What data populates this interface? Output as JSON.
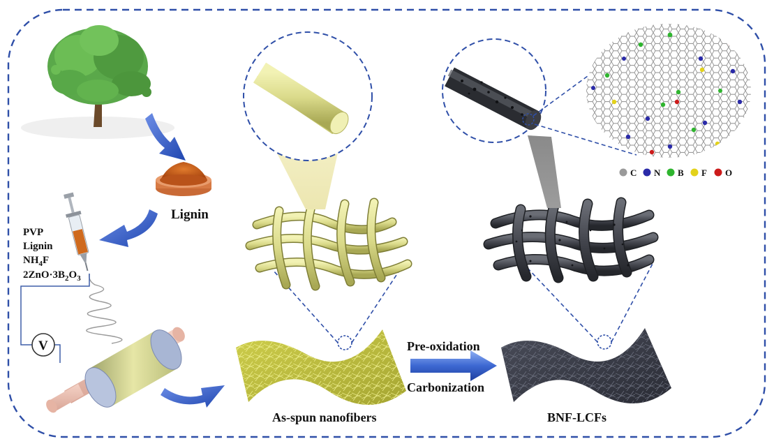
{
  "labels": {
    "lignin": "Lignin",
    "as_spun": "As-spun nanofibers",
    "bnf_lcfs": "BNF-LCFs",
    "pre_oxidation": "Pre-oxidation",
    "carbonization": "Carbonization",
    "voltage": "V"
  },
  "precursors": {
    "line1": "PVP",
    "line2": "Lignin",
    "nh4f": {
      "a": "NH",
      "sub1": "4",
      "b": "F"
    },
    "zno": {
      "a": "2ZnO·3B",
      "sub1": "2",
      "b": "O",
      "sub2": "3"
    }
  },
  "legend": [
    {
      "symbol": "C",
      "color": "#9a9a9a"
    },
    {
      "symbol": "N",
      "color": "#2a2aa8"
    },
    {
      "symbol": "B",
      "color": "#2fb52f"
    },
    {
      "symbol": "F",
      "color": "#e3d21a"
    },
    {
      "symbol": "O",
      "color": "#cc1b1b"
    }
  ],
  "colors": {
    "frame": "#2f4fa8",
    "arrow": "#2c5fc9",
    "fiber_yellow": "#d6d66a",
    "fiber_dark": "#454850",
    "lignin": "#c4581c"
  }
}
